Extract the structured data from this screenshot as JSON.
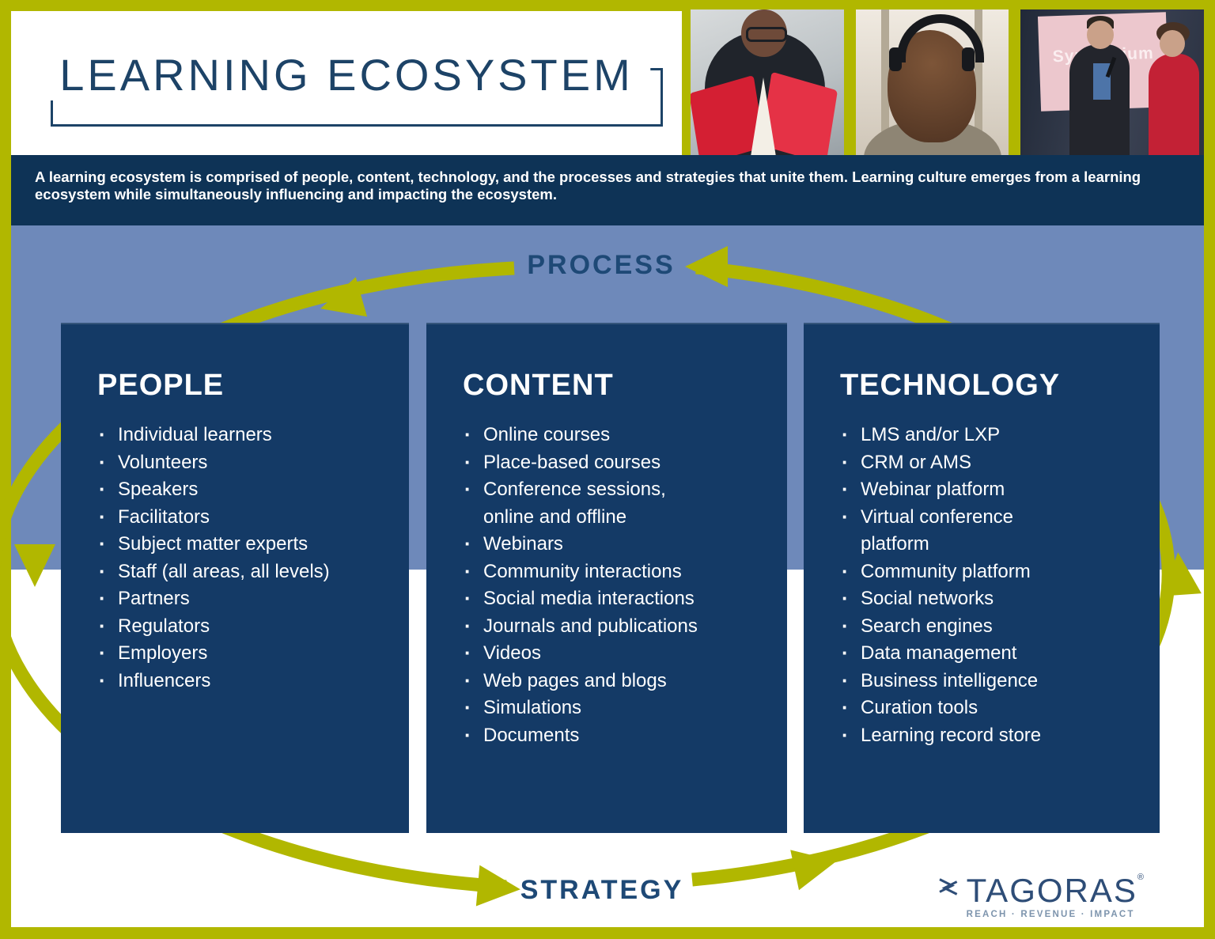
{
  "colors": {
    "olive_accent": "#b1b700",
    "navy_box": "#143a66",
    "navy_intro_bar": "#0e3356",
    "navy_title": "#1d4367",
    "label_navy": "#1e4976",
    "band_blue": "#6e89ba",
    "logo_navy": "#2e4d77",
    "logo_slate": "#7d94ad",
    "white": "#ffffff"
  },
  "header": {
    "title": "LEARNING ECOSYSTEM"
  },
  "photos": {
    "items": [
      {
        "name": "person-reading-red-book"
      },
      {
        "name": "person-with-headphones-at-window"
      },
      {
        "name": "two-presenters-with-microphones",
        "screen_text": "Symposium"
      }
    ]
  },
  "intro": {
    "text": "A learning ecosystem is comprised of people, content, technology, and the processes and strategies that unite them. Learning culture emerges from a learning ecosystem while simultaneously influencing and impacting the ecosystem."
  },
  "diagram": {
    "top_label": "PROCESS",
    "bottom_label": "STRATEGY",
    "columns": [
      {
        "title": "PEOPLE",
        "items": [
          "Individual learners",
          "Volunteers",
          "Speakers",
          "Facilitators",
          "Subject matter experts",
          "Staff (all areas, all levels)",
          "Partners",
          "Regulators",
          "Employers",
          "Influencers"
        ]
      },
      {
        "title": "CONTENT",
        "items": [
          "Online courses",
          "Place-based courses",
          "Conference sessions,\nonline and offline",
          "Webinars",
          "Community interactions",
          "Social media interactions",
          "Journals and publications",
          "Videos",
          "Web pages and blogs",
          "Simulations",
          "Documents"
        ]
      },
      {
        "title": "TECHNOLOGY",
        "items": [
          "LMS and/or LXP",
          "CRM or AMS",
          "Webinar platform",
          "Virtual conference\nplatform",
          "Community platform",
          "Social networks",
          "Search engines",
          "Data management",
          "Business intelligence",
          "Curation tools",
          "Learning record store"
        ]
      }
    ]
  },
  "footer_logo": {
    "brand": "TAGORAS",
    "registered": "®",
    "tagline": "REACH · REVENUE · IMPACT"
  }
}
